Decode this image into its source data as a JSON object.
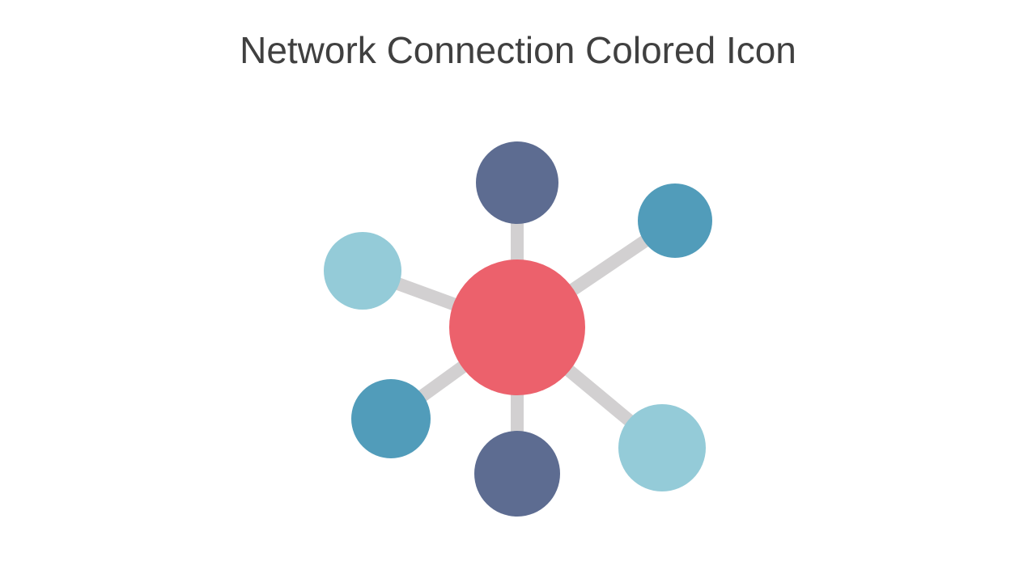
{
  "slide": {
    "title": "Network Connection Colored Icon"
  },
  "icon": {
    "name": "network-connection-icon",
    "colors": {
      "hub": "#EC616C",
      "connector": "#D2D0D1",
      "node_dark_blue": "#5D6C91",
      "node_teal": "#519CBA",
      "node_light_blue": "#94CBD8"
    },
    "nodes": [
      {
        "id": "top",
        "color_key": "node_dark_blue"
      },
      {
        "id": "upper-right",
        "color_key": "node_teal"
      },
      {
        "id": "lower-right",
        "color_key": "node_light_blue"
      },
      {
        "id": "bottom",
        "color_key": "node_dark_blue"
      },
      {
        "id": "lower-left",
        "color_key": "node_teal"
      },
      {
        "id": "upper-left",
        "color_key": "node_light_blue"
      }
    ]
  }
}
